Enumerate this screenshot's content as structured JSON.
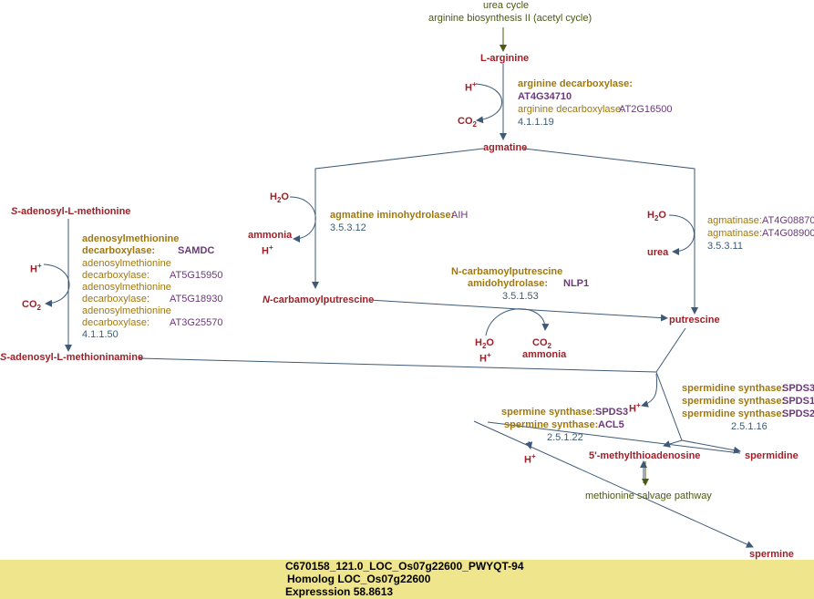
{
  "links": {
    "urea_cycle": "urea cycle",
    "arginine_biosynthesis": "arginine biosynthesis II (acetyl cycle)",
    "methionine_salvage": "methionine salvage pathway"
  },
  "metabolites": {
    "l_arginine": "L-arginine",
    "h_plus": "H+",
    "co2": "CO2",
    "agmatine": "agmatine",
    "h2o": "H2O",
    "ammonia": "ammonia",
    "urea": "urea",
    "n_carbamoylputrescine_prefix": "N",
    "n_carbamoylputrescine": "-carbamoylputrescine",
    "putrescine": "putrescine",
    "sam_prefix": "S",
    "sam": "-adenosyl-L-methionine",
    "samine": "-adenosyl-L-methioninamine",
    "mta": "5'-methylthioadenosine",
    "spermidine": "spermidine",
    "spermine": "spermine"
  },
  "reactions": {
    "adc": {
      "enzyme": "arginine decarboxylase:",
      "gene": "AT4G34710",
      "enzyme2": "arginine decarboxylase:",
      "gene2": "AT2G16500",
      "ec": "4.1.1.19"
    },
    "aih": {
      "enzyme": "agmatine iminohydrolase:",
      "gene": "AIH",
      "ec": "3.5.3.12"
    },
    "agmatinase": {
      "enzyme": "agmatinase:",
      "gene": "AT4G08870",
      "enzyme2": "agmatinase:",
      "gene2": "AT4G08900",
      "ec": "3.5.3.11"
    },
    "nlp": {
      "enzyme_l1": "N-carbamoylputrescine",
      "enzyme_l2": "amidohydrolase:",
      "gene": "NLP1",
      "ec": "3.5.1.53"
    },
    "samdc": {
      "enzyme_l1": "adenosylmethionine",
      "enzyme_l2": "decarboxylase:",
      "gene": "SAMDC",
      "others": [
        {
          "l1": "adenosylmethionine",
          "l2": "decarboxylase:",
          "gene": "AT5G15950"
        },
        {
          "l1": "adenosylmethionine",
          "l2": "decarboxylase:",
          "gene": "AT5G18930"
        },
        {
          "l1": "adenosylmethionine",
          "l2": "decarboxylase:",
          "gene": "AT3G25570"
        }
      ],
      "ec": "4.1.1.50"
    },
    "spds": {
      "enzyme": "spermidine synthase:",
      "genes": [
        "SPDS3",
        "SPDS1",
        "SPDS2"
      ],
      "ec": "2.5.1.16"
    },
    "spms": {
      "enzyme": "spermine synthase:",
      "genes": [
        "SPDS3",
        "ACL5"
      ],
      "ec": "2.5.1.22"
    }
  },
  "footer": {
    "line1": "C670158_121.0_LOC_Os07g22600_PWYQT-94",
    "line2": "Homolog LOC_Os07g22600",
    "line3": "Expresssion 58.8613"
  },
  "colors": {
    "metabolite": "#9e2028",
    "enzyme": "#a07810",
    "gene": "#6a3a78",
    "ec": "#3e5a70",
    "line": "#3e5a78",
    "link": "#4a5a10",
    "footer_bg": "#efe58c"
  }
}
